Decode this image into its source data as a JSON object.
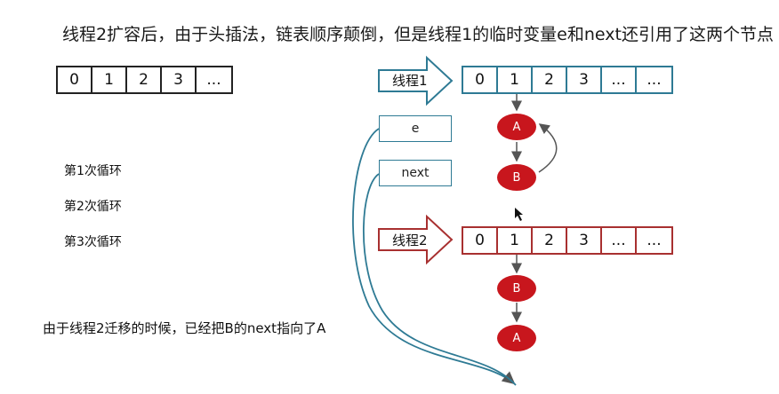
{
  "title": "线程2扩容后，由于头插法，链表顺序颠倒，但是线程1的临时变量e和next还引用了这两个节点",
  "original_array": [
    "0",
    "1",
    "2",
    "3",
    "..."
  ],
  "thread1": {
    "label": "线程1",
    "cells": [
      "0",
      "1",
      "2",
      "3",
      "...",
      "..."
    ],
    "nodes": [
      "A",
      "B"
    ]
  },
  "thread2": {
    "label": "线程2",
    "cells": [
      "0",
      "1",
      "2",
      "3",
      "...",
      "..."
    ],
    "nodes": [
      "B",
      "A"
    ]
  },
  "vars": {
    "e": "e",
    "next": "next"
  },
  "loops": [
    "第1次循环",
    "第2次循环",
    "第3次循环"
  ],
  "note": "由于线程2迁移的时候，已经把B的next指向了A",
  "colors": {
    "blue": "#2e7a94",
    "red": "#a83030",
    "node": "#c8161d"
  }
}
